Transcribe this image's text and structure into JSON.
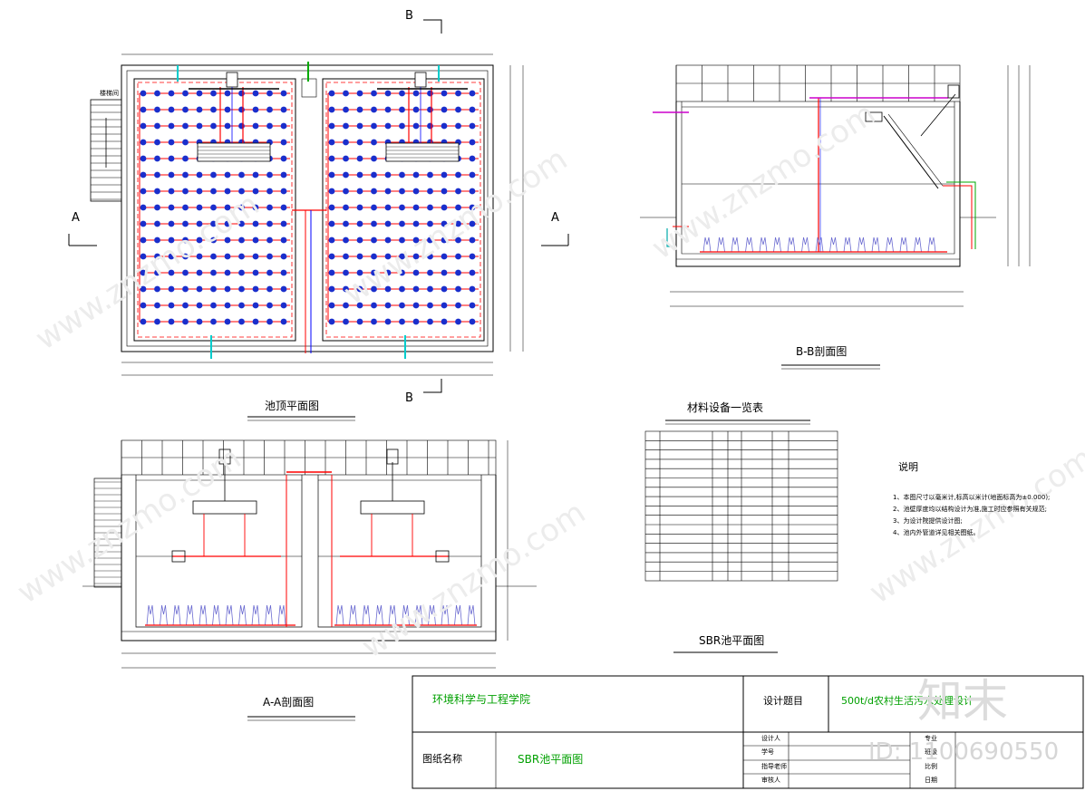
{
  "labels": {
    "section_mark_b": "B",
    "section_mark_a": "A",
    "stair_label": "楼梯间",
    "plan_title": "池顶平面图",
    "bb_title": "B-B剖面图",
    "aa_title": "A-A剖面图",
    "materials_title": "材料设备一览表",
    "sbr_plan_title": "SBR池平面图"
  },
  "notes": {
    "title": "说明",
    "lines": [
      "1、本图尺寸以毫米计,标高以米计(地面标高为±0.000);",
      "2、池壁厚度均以结构设计为准,施工时应参照有关规范;",
      "3、为设计院提供设计图;",
      "4、池内外管道详见相关图纸。"
    ]
  },
  "title_block": {
    "school": "环境科学与工程学院",
    "project_label": "设计题目",
    "project_value": "500t/d农村生活污水处理设计",
    "drawing_label": "图纸名称",
    "drawing_value": "SBR池平面图",
    "roles": [
      "设计人",
      "学号",
      "指导老师",
      "审核人"
    ],
    "right_roles": [
      "专业",
      "班级",
      "比例",
      "日期"
    ]
  },
  "watermark": {
    "text": "www.znzmo.com",
    "brand": "知末",
    "id_text": "ID: 1100690550"
  },
  "colors": {
    "line": "#000000",
    "red": "#ff0000",
    "blue": "#0000ff",
    "green": "#00aa00",
    "cyan": "#00cccc",
    "magenta": "#cc00cc",
    "yellow": "#cccc00",
    "diffuser": "#1a2ecc"
  }
}
